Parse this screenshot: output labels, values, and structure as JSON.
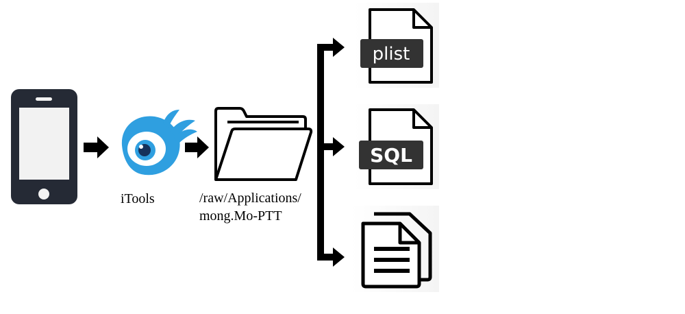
{
  "labels": {
    "itools": "iTools",
    "path_line1": "/raw/Applications/",
    "path_line2": "mong.Mo-PTT"
  },
  "outputs": {
    "plist_label": "plist",
    "sql_label": "SQL"
  },
  "icons": {
    "source": "smartphone-icon",
    "tool": "itools-logo-icon",
    "folder": "open-folder-icon",
    "plist": "plist-file-icon",
    "sql": "sql-file-icon",
    "docs": "documents-icon"
  },
  "colors": {
    "phone_body": "#252a35",
    "phone_screen": "#f2f2f2",
    "itools_blue": "#2f9fe0",
    "stroke": "#000000",
    "badge": "#333333",
    "icon_bg": "#ffffff"
  }
}
